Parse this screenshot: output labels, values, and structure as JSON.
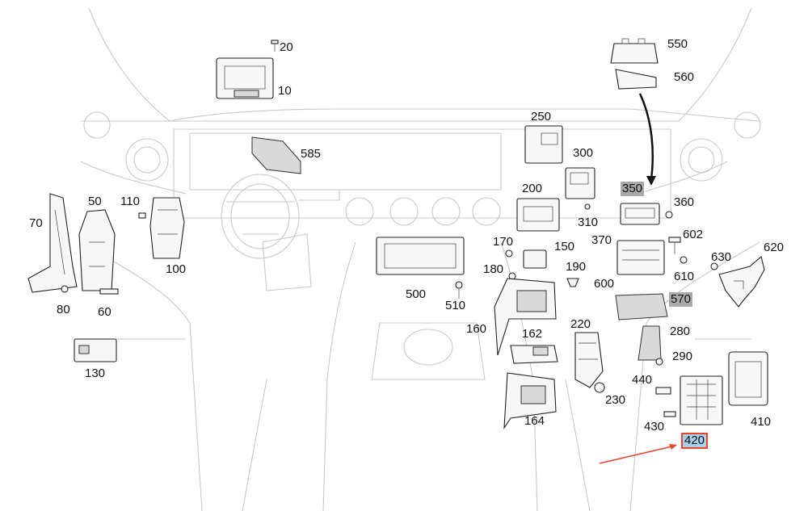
{
  "labels": {
    "p10": "10",
    "p20": "20",
    "p50": "50",
    "p60": "60",
    "p70": "70",
    "p80": "80",
    "p100": "100",
    "p110": "110",
    "p130": "130",
    "p150": "150",
    "p160": "160",
    "p162": "162",
    "p164": "164",
    "p170": "170",
    "p180": "180",
    "p190": "190",
    "p200": "200",
    "p220": "220",
    "p230": "230",
    "p250": "250",
    "p280": "280",
    "p290": "290",
    "p300": "300",
    "p310": "310",
    "p350": "350",
    "p360": "360",
    "p370": "370",
    "p410": "410",
    "p420": "420",
    "p430": "430",
    "p440": "440",
    "p500": "500",
    "p510": "510",
    "p550": "550",
    "p560": "560",
    "p570": "570",
    "p585": "585",
    "p600": "600",
    "p602": "602",
    "p610": "610",
    "p620": "620",
    "p630": "630"
  },
  "highlight": {
    "selected_part": "420",
    "shaded_parts": [
      "350",
      "570"
    ],
    "arrow_color": "#e8452c",
    "selected_fill": "#a8d0ea",
    "shaded_fill": "#a9a9a9"
  }
}
